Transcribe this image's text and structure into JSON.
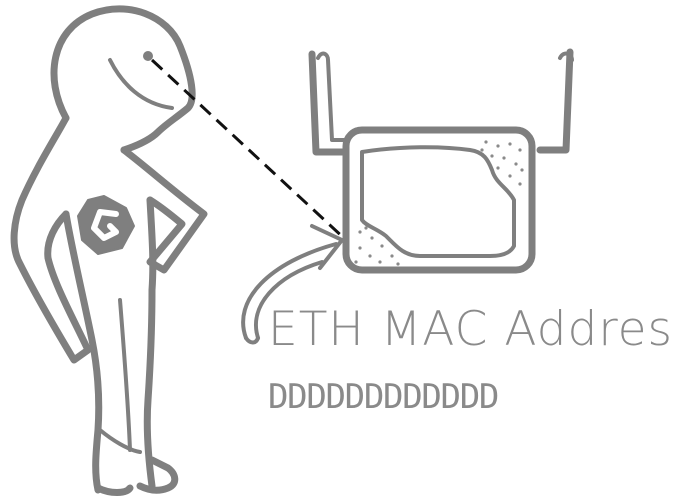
{
  "label": "ETH MAC Address",
  "mac_placeholder": "DDDDDDDDDDDD",
  "colors": {
    "stroke": "#7f7f7f",
    "text": "#8a8a8a",
    "background": "#ffffff"
  },
  "icons": [
    "person-figure-icon",
    "logo-g-icon",
    "router-device-icon",
    "sight-line",
    "pointer-arrow-icon"
  ]
}
